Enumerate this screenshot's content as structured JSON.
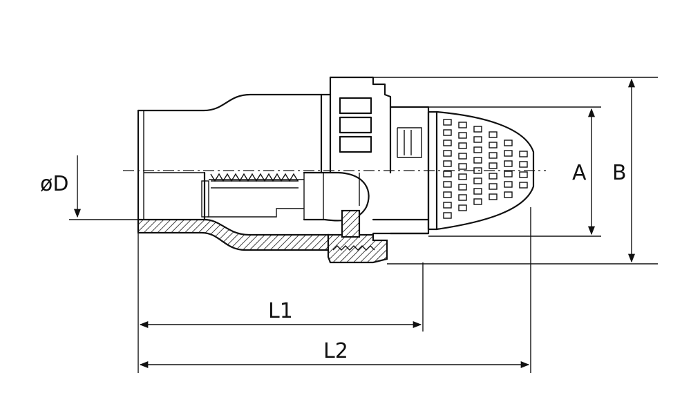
{
  "diagram": {
    "labels": {
      "diameter": "øD",
      "dim_a": "A",
      "dim_b": "B",
      "length_1": "L1",
      "length_2": "L2"
    }
  }
}
